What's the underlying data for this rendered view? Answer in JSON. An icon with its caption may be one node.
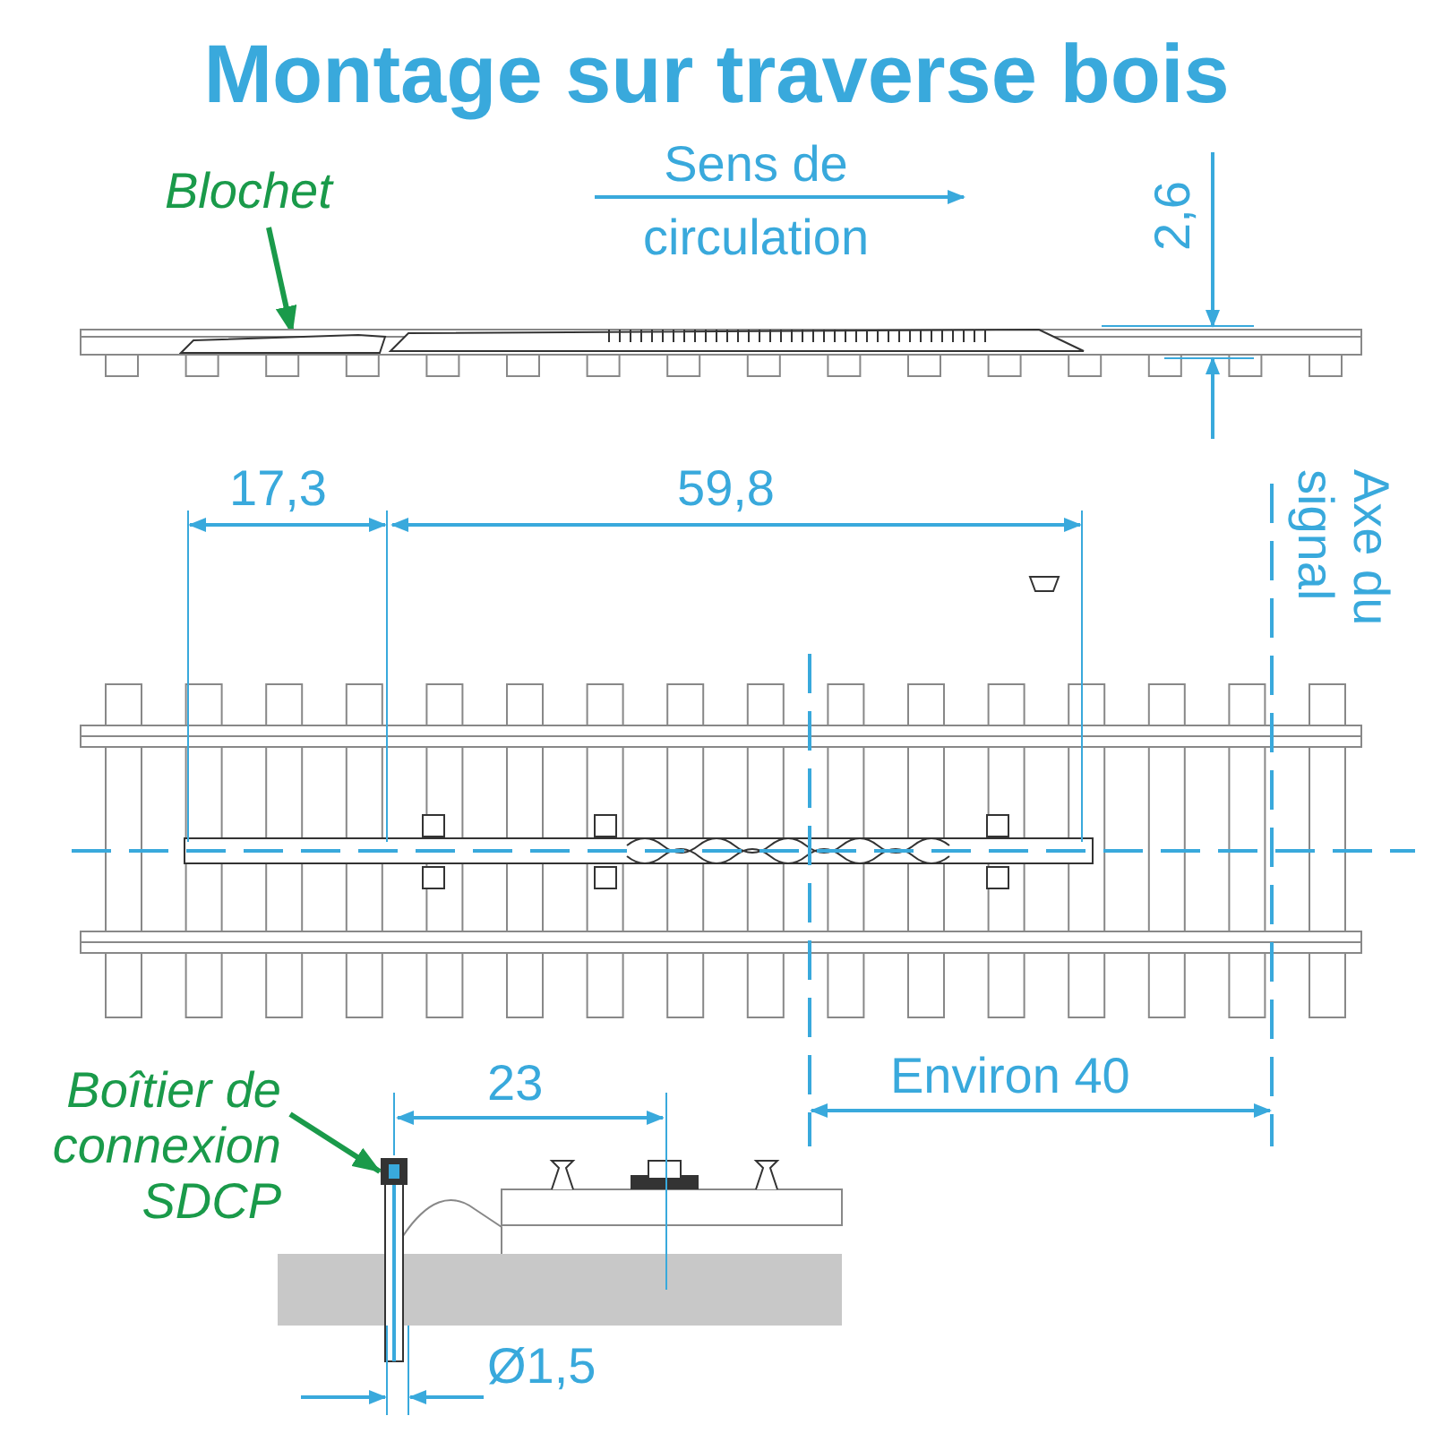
{
  "diagram": {
    "title": "Montage sur traverse bois",
    "nodes": [
      {
        "text": [
          "Blochet"
        ]
      },
      {
        "text": [],
        "shape": "box"
      },
      {
        "text": [
          "Boîtier de connexion SDCP"
        ]
      },
      {
        "text": [],
        "shape": "box"
      }
    ],
    "edges": [
      {
        "from": 0,
        "to": 1,
        "arrow": "to"
      },
      {
        "from": 2,
        "to": 3,
        "arrow": "to"
      }
    ],
    "labels": [
      "Sens de circulation",
      "2,6",
      "17,3",
      "59,8",
      "Axe du signal",
      "23",
      "Environ 40",
      "Ø1,5"
    ]
  }
}
